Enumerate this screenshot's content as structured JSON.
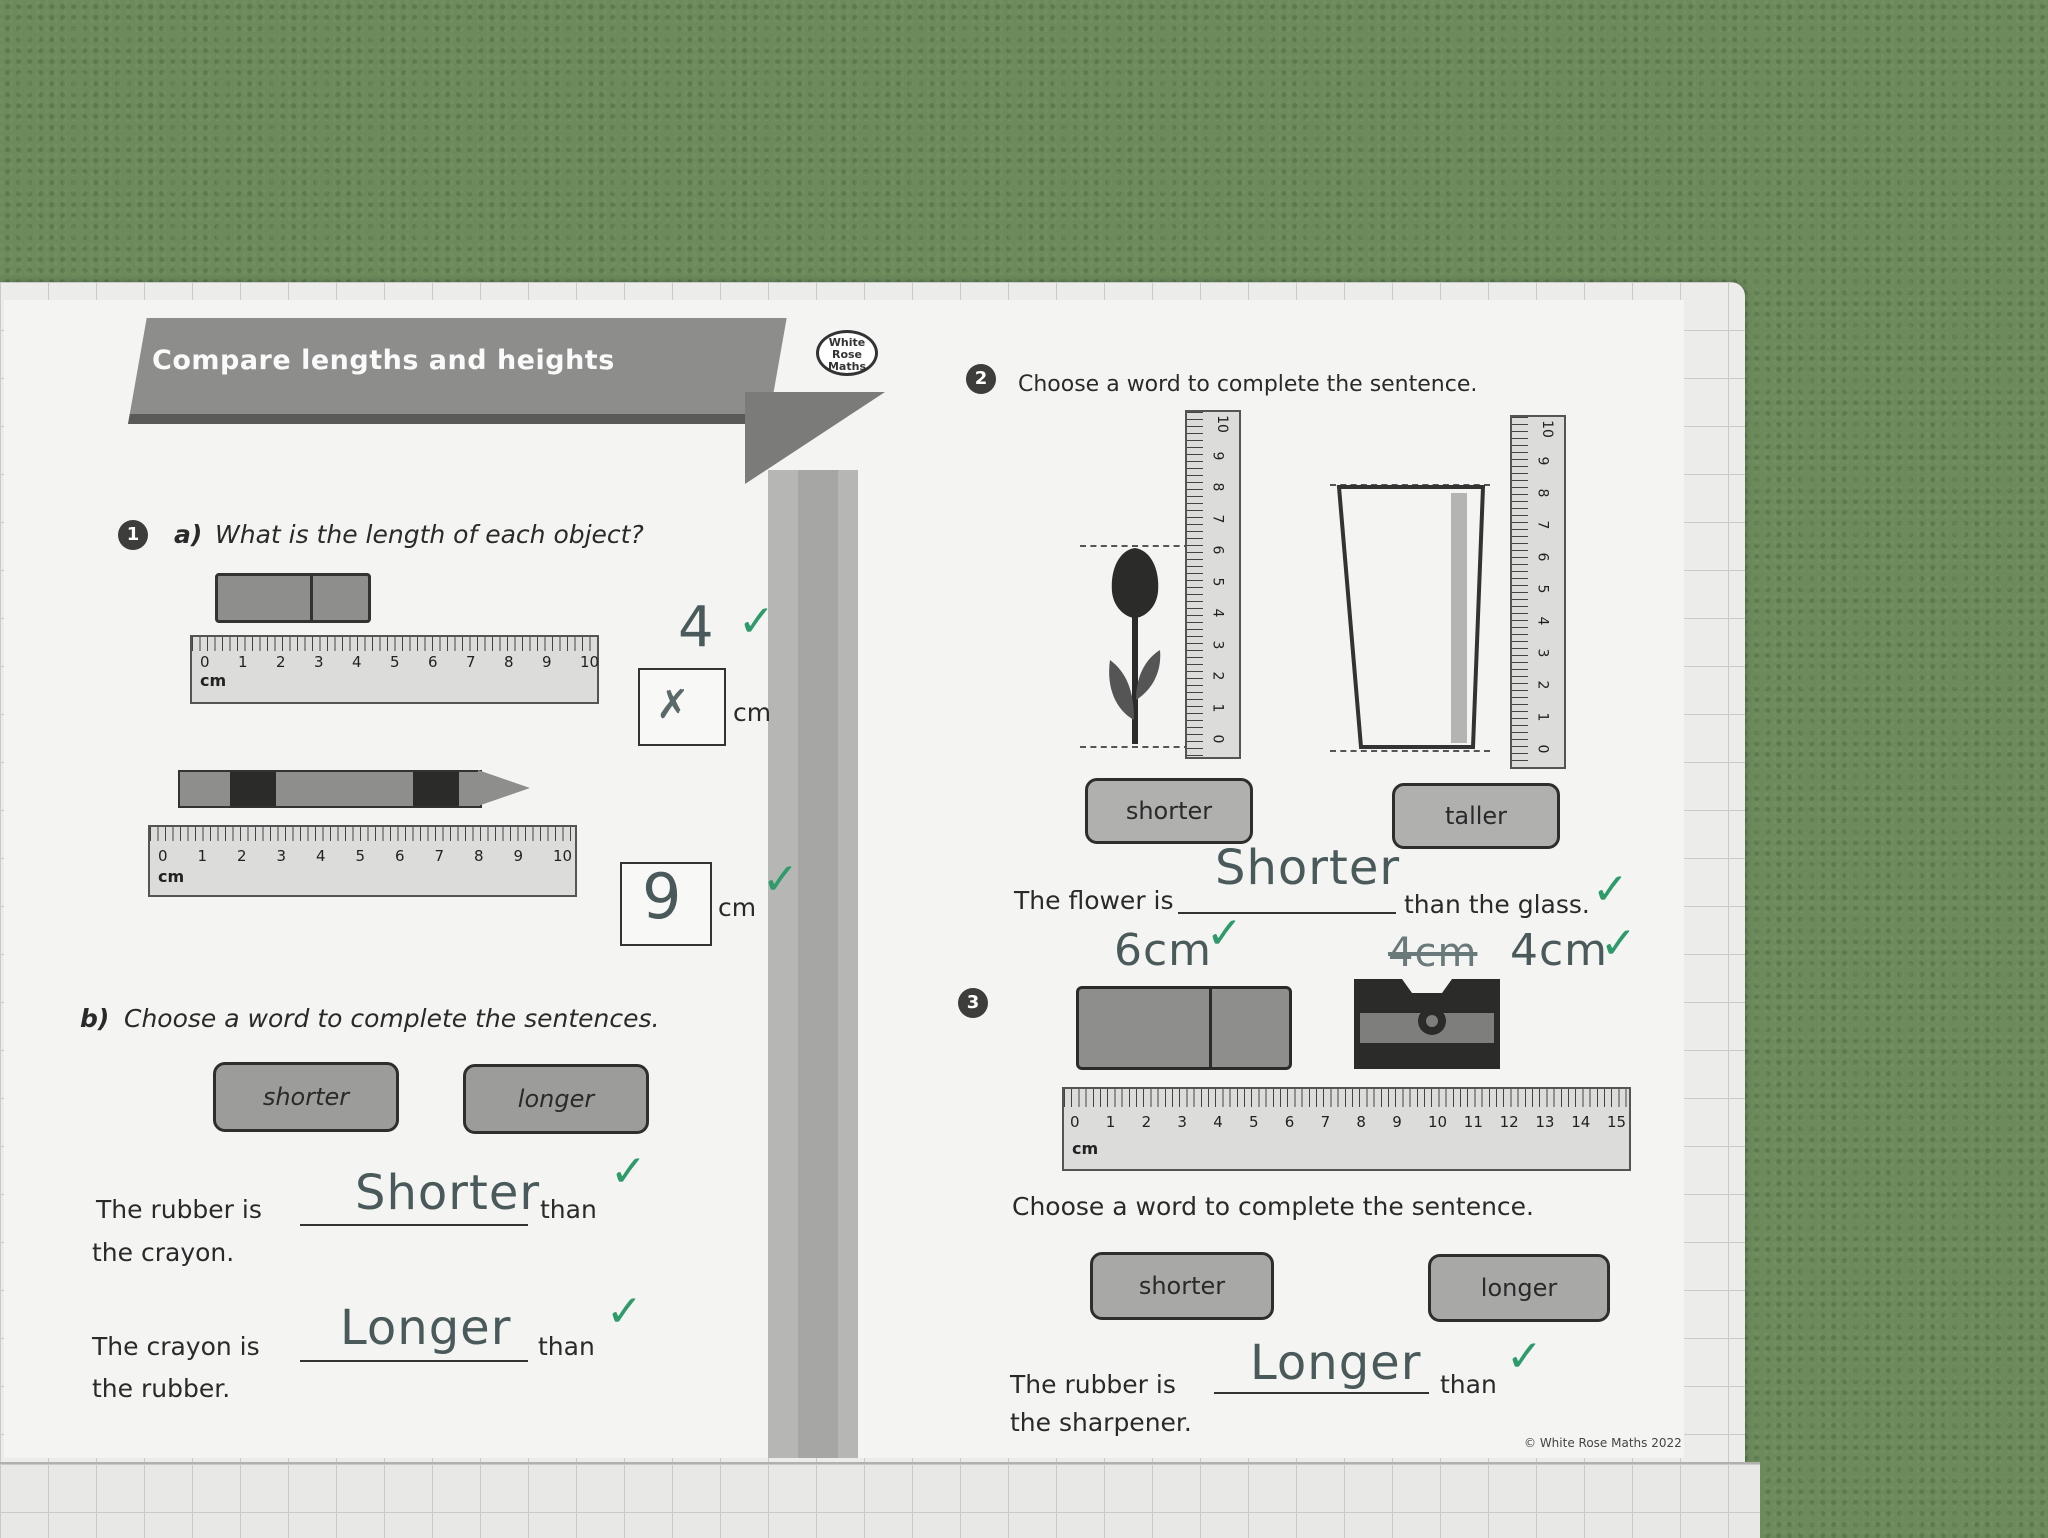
{
  "header": {
    "title": "Compare lengths and heights",
    "logo_text": "White Rose Maths"
  },
  "q1": {
    "number": "1",
    "part_a_label": "a)",
    "part_a_prompt": "What is the length of each object?",
    "ruler_unit": "cm",
    "ruler_numbers_10": [
      "0",
      "1",
      "2",
      "3",
      "4",
      "5",
      "6",
      "7",
      "8",
      "9",
      "10"
    ],
    "answer1_hand": "4",
    "answer1_unit": "cm",
    "answer2_hand": "9",
    "answer2_unit": "cm",
    "part_b_label": "b)",
    "part_b_prompt": "Choose a word to complete the sentences.",
    "word_shorter": "shorter",
    "word_longer": "longer",
    "sentence1_start": "The rubber is",
    "sentence1_answer": "Shorter",
    "sentence1_end": "than",
    "sentence1_line2": "the crayon.",
    "sentence2_start": "The crayon is",
    "sentence2_answer": "Longer",
    "sentence2_end": "than",
    "sentence2_line2": "the rubber."
  },
  "q2": {
    "number": "2",
    "prompt": "Choose a word to complete the sentence.",
    "word_shorter": "shorter",
    "word_taller": "taller",
    "sentence_start": "The flower is",
    "sentence_answer": "Shorter",
    "sentence_end": "than the glass.",
    "note_left": "6cm",
    "note_right": "4cm"
  },
  "q3": {
    "number": "3",
    "ruler_numbers_15": [
      "0",
      "1",
      "2",
      "3",
      "4",
      "5",
      "6",
      "7",
      "8",
      "9",
      "10",
      "11",
      "12",
      "13",
      "14",
      "15"
    ],
    "ruler_unit": "cm",
    "prompt": "Choose a word to complete the sentence.",
    "word_shorter": "shorter",
    "word_longer": "longer",
    "sentence_start": "The rubber is",
    "sentence_answer": "Longer",
    "sentence_end": "than",
    "sentence_line2": "the sharpener."
  },
  "footer": {
    "copyright": "© White Rose Maths 2022"
  },
  "tick_symbol": "✓"
}
